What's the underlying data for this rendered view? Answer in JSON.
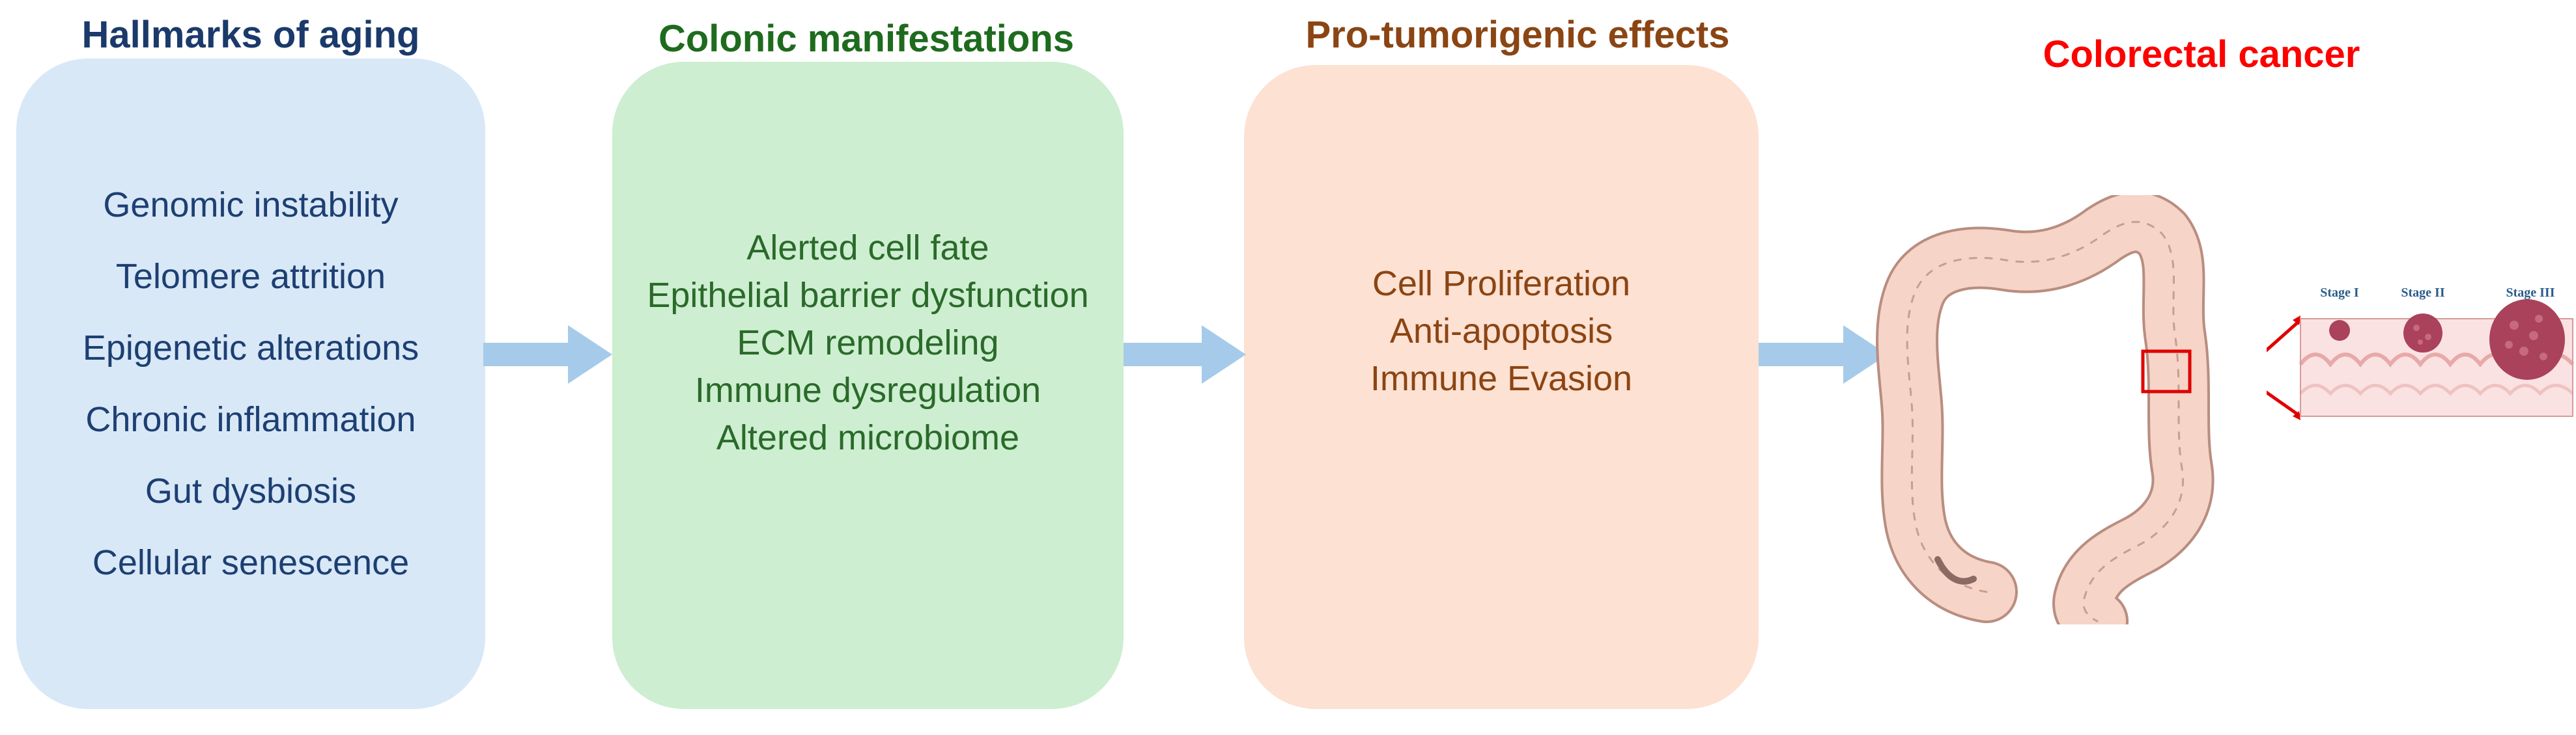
{
  "stages": [
    {
      "title": "Hallmarks of aging",
      "color": "#1b3a6b",
      "box_color": "#d8e8f7",
      "items": [
        "Genomic instability",
        "Telomere attrition",
        "Epigenetic alterations",
        "Chronic inflammation",
        "Gut dysbiosis",
        "Cellular senescence"
      ]
    },
    {
      "title": "Colonic manifestations",
      "color": "#1e6b1e",
      "box_color": "#cdeed0",
      "items": [
        "Alerted cell fate",
        "Epithelial barrier dysfunction",
        "ECM remodeling",
        "Immune dysregulation",
        "Altered microbiome"
      ]
    },
    {
      "title": "Pro-tumorigenic effects",
      "color": "#8b4513",
      "box_color": "#fde1d3",
      "items": [
        "Cell Proliferation",
        "Anti-apoptosis",
        "Immune Evasion"
      ]
    },
    {
      "title": "Colorectal cancer",
      "color": "#ff0000"
    }
  ],
  "tumor_stages": [
    "Stage I",
    "Stage II",
    "Stage III"
  ],
  "arrow_color": "#a6cbea",
  "highlight_color": "#e00000"
}
